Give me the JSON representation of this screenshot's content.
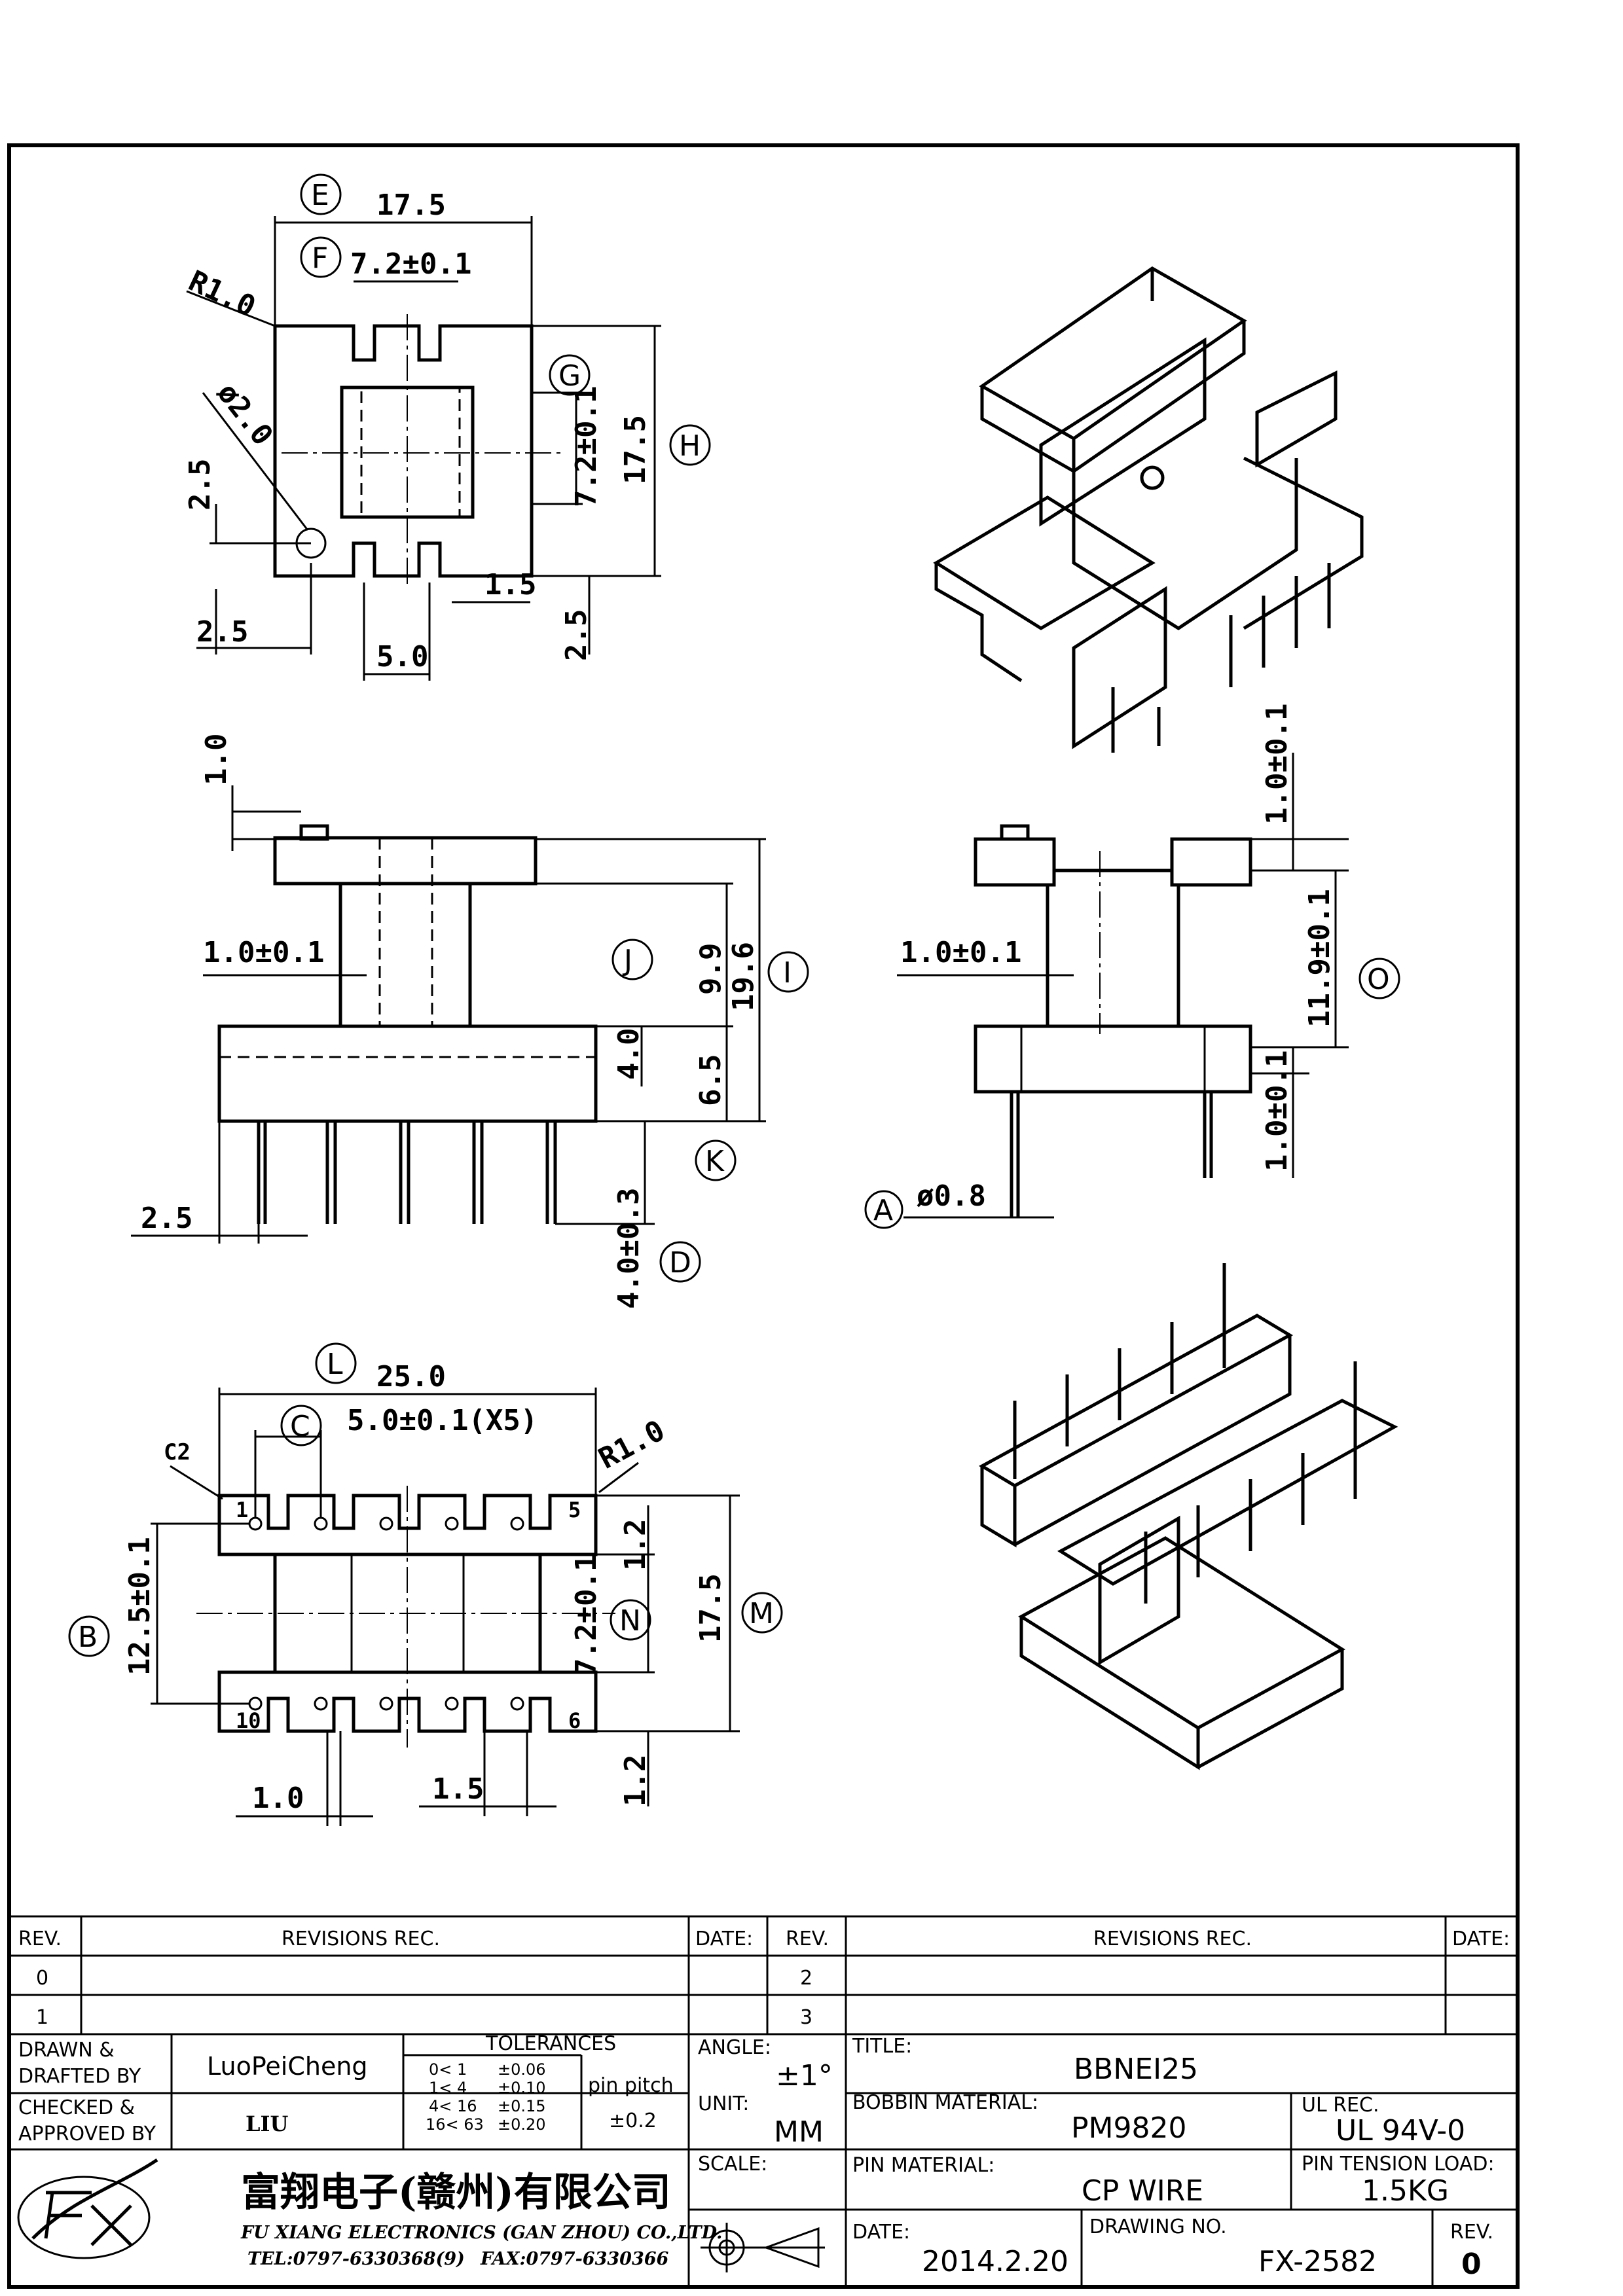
{
  "drawing": {
    "top_view": {
      "dim_E": "17.5",
      "dim_F": "7.2±0.1",
      "radius_top": "R1.0",
      "hole_dia": "ø2.0",
      "dim_G": "7.2±0.1",
      "dim_H": "17.5",
      "dim_left_offset": "2.5",
      "dim_bottom_offset": "2.5",
      "dim_pitch": "5.0",
      "dim_slot": "1.5",
      "dim_right_offset": "2.5"
    },
    "front_view": {
      "dim_flange": "1.0",
      "dim_wall": "1.0±0.1",
      "dim_J": "9.9",
      "dim_I": "19.6",
      "dim_base": "4.0",
      "dim_K": "6.5",
      "dim_D": "4.0±0.3",
      "dim_left": "2.5"
    },
    "side_view": {
      "dim_top": "1.0±0.1",
      "dim_wall": "1.0±0.1",
      "dim_O": "11.9±0.1",
      "dim_bottom": "1.0±0.1",
      "dim_A": "ø0.8"
    },
    "bottom_view": {
      "dim_L": "25.0",
      "dim_C": "5.0±0.1(X5)",
      "chamfer": "C2",
      "radius": "R1.0",
      "dim_B": "12.5±0.1",
      "dim_N": "7.2±0.1",
      "dim_M": "17.5",
      "dim_rail_top": "1.2",
      "dim_rail_bottom": "1.2",
      "dim_pin_w": "1.0",
      "dim_pin_gap": "1.5",
      "pins": [
        "1",
        "5",
        "10",
        "6"
      ]
    },
    "callouts": [
      "E",
      "F",
      "G",
      "H",
      "I",
      "J",
      "K",
      "D",
      "O",
      "A",
      "L",
      "C",
      "B",
      "N",
      "M"
    ]
  },
  "revision_table": {
    "header_rev": "REV.",
    "header_revisions": "REVISIONS    REC.",
    "header_date": "DATE:",
    "rows_left": [
      "0",
      "1"
    ],
    "rows_right": [
      "2",
      "3"
    ]
  },
  "title_block": {
    "drawn_label": "DRAWN &\nDRAFTED BY",
    "drawn_by": "LuoPeiCheng",
    "checked_label": "CHECKED &\nAPPROVED BY",
    "checked_by": "LIU",
    "tolerances_label": "TOLERANCES",
    "tolerances": [
      {
        "range": "0<   1",
        "tol": "±0.06"
      },
      {
        "range": "1<   4",
        "tol": "±0.10"
      },
      {
        "range": "4<  16",
        "tol": "±0.15"
      },
      {
        "range": "16<  63",
        "tol": "±0.20"
      }
    ],
    "pin_pitch_label": "pin pitch",
    "pin_pitch": "±0.2",
    "angle_label": "ANGLE:",
    "angle": "±1°",
    "unit_label": "UNIT:",
    "unit": "MM",
    "scale_label": "SCALE:",
    "title_label": "TITLE:",
    "title": "BBNEI25",
    "bobbin_material_label": "BOBBIN MATERIAL:",
    "bobbin_material": "PM9820",
    "ul_label": "UL REC.",
    "ul": "UL 94V-0",
    "pin_material_label": "PIN MATERIAL:",
    "pin_material": "CP WIRE",
    "pin_tension_label": "PIN TENSION LOAD:",
    "pin_tension": "1.5KG",
    "date_label": "DATE:",
    "date": "2014.2.20",
    "drawing_no_label": "DRAWING NO.",
    "drawing_no": "FX-2582",
    "rev_label": "REV.",
    "rev": "0",
    "company_cn": "富翔电子(赣州)有限公司",
    "company_en": "FU XIANG ELECTRONICS (GAN ZHOU) CO.,LTD.",
    "company_tel": "TEL:0797-6330368(9)",
    "company_fax": "FAX:0797-6330366"
  }
}
